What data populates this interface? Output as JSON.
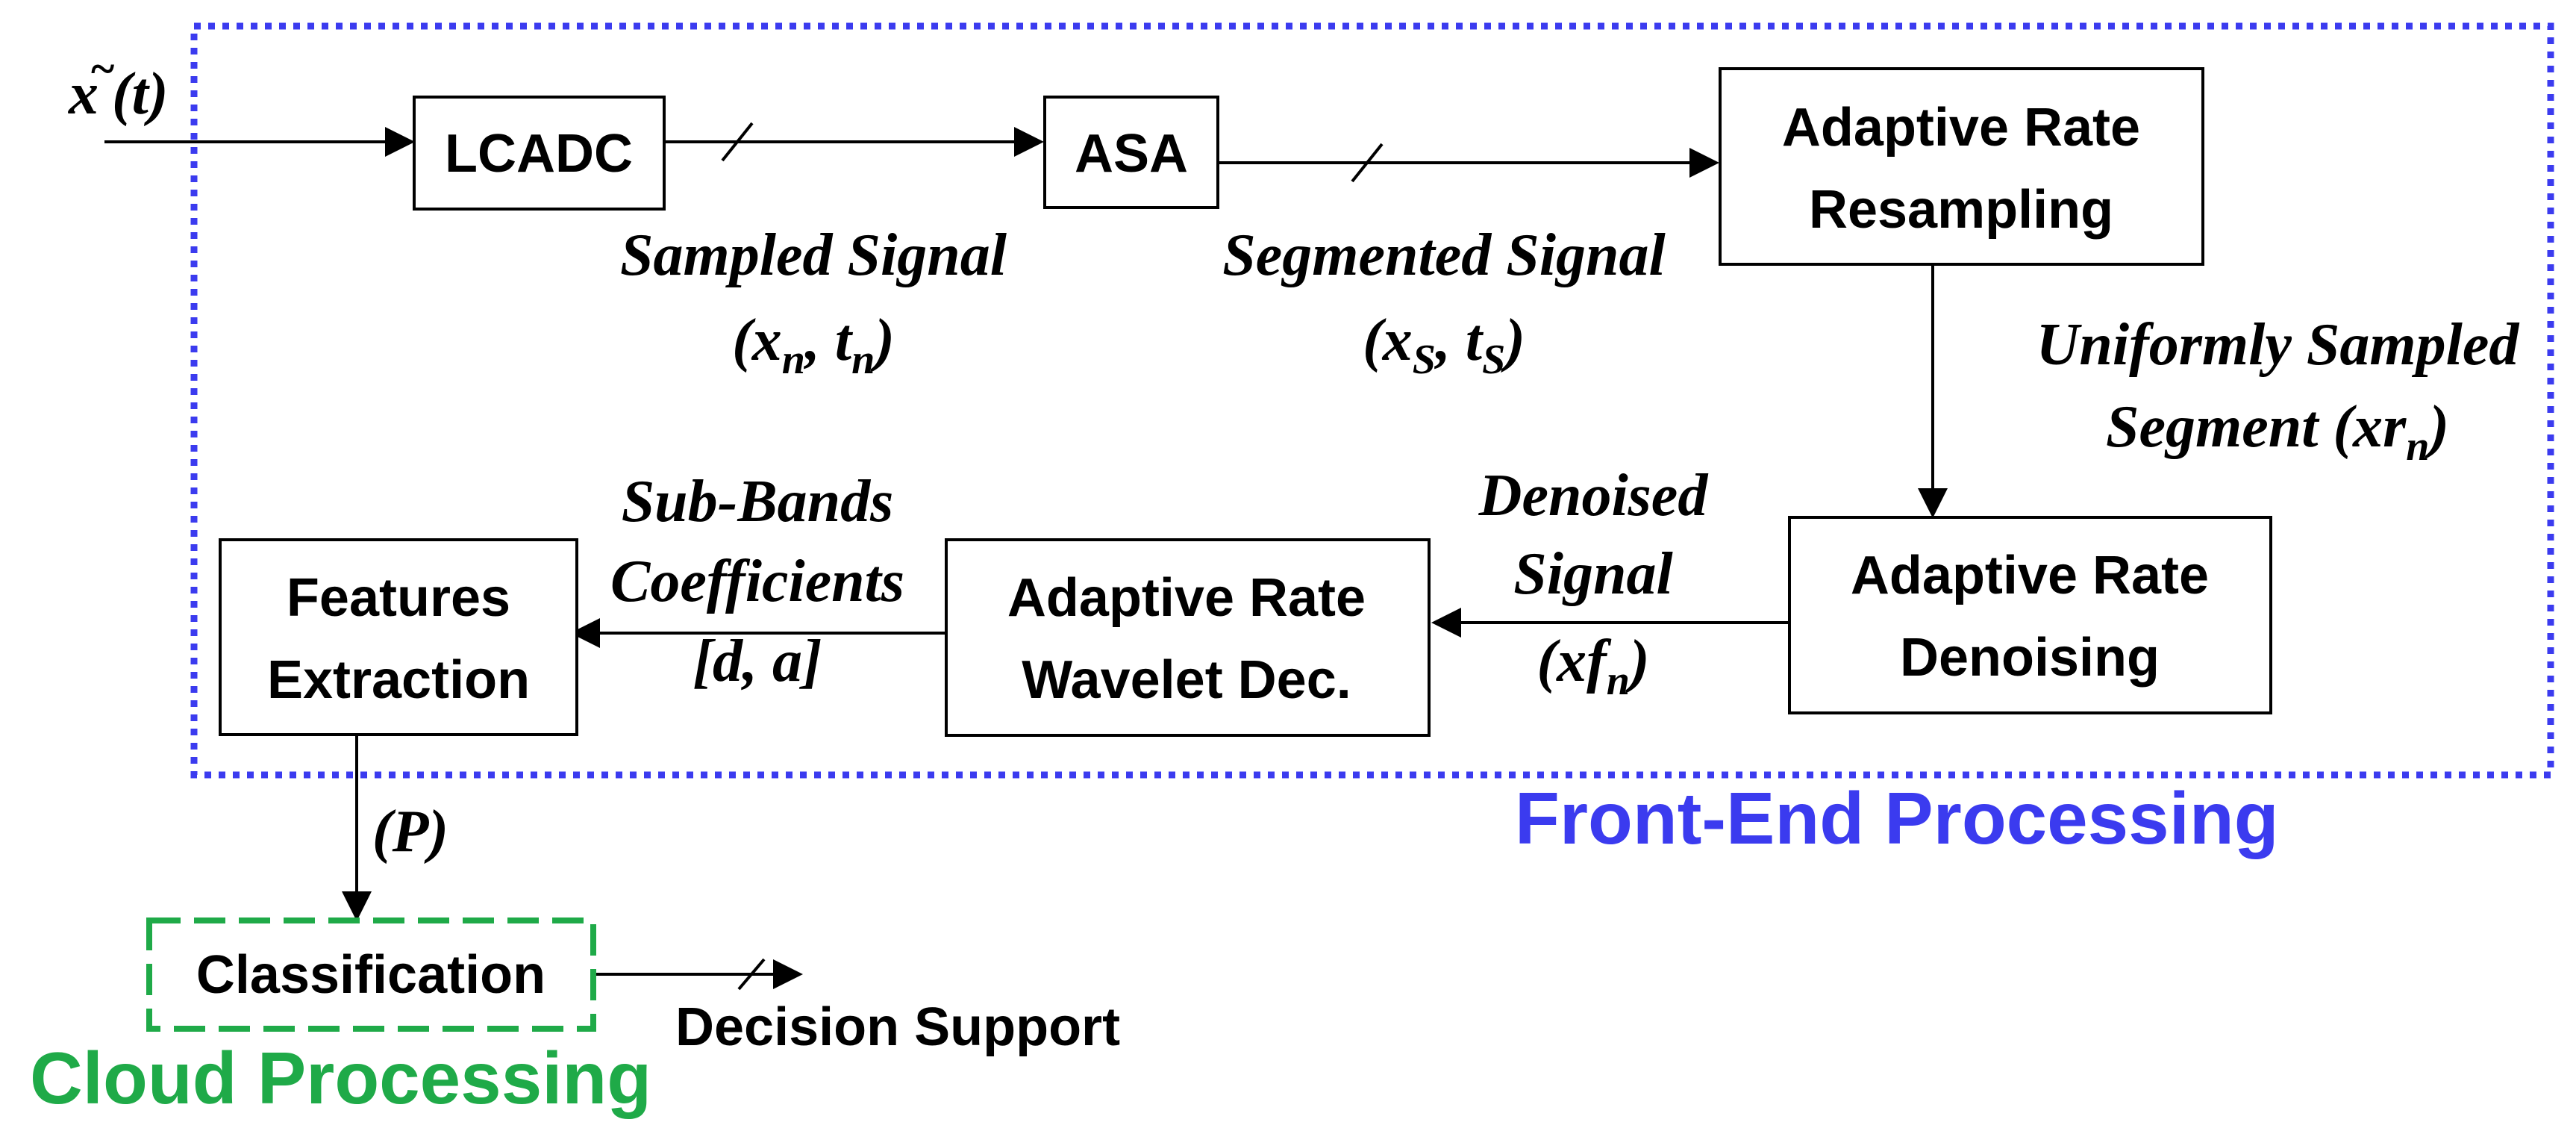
{
  "colors": {
    "front_end": "#3b3bef",
    "cloud": "#1faa48",
    "stroke": "#000000"
  },
  "regions": {
    "front_end": "Front-End Processing",
    "cloud": "Cloud Processing"
  },
  "input_signal": {
    "symbol": "x",
    "accent": "~",
    "arg": "(t)"
  },
  "blocks": {
    "lcadc": "LCADC",
    "asa": "ASA",
    "resampling": [
      "Adaptive Rate",
      "Resampling"
    ],
    "denoising": [
      "Adaptive Rate",
      "Denoising"
    ],
    "wavelet": [
      "Adaptive Rate",
      "Wavelet Dec."
    ],
    "features": [
      "Features",
      "Extraction"
    ],
    "classification": "Classification"
  },
  "signals": {
    "sampled": {
      "title": "Sampled Signal",
      "open": "(x",
      "sub1": "n",
      "mid": ", t",
      "sub2": "n",
      "close": ")"
    },
    "segmented": {
      "title": "Segmented Signal",
      "open": "(x",
      "sub1": "S",
      "mid": ", t",
      "sub2": "S",
      "close": ")"
    },
    "uniform": {
      "line1": "Uniformly Sampled",
      "line2_open": "Segment (xr",
      "sub": "n",
      "close": ")"
    },
    "denoised": {
      "line1": "Denoised",
      "line2": "Signal",
      "open": "(xf",
      "sub": "n",
      "close": ")"
    },
    "subbands": {
      "line1": "Sub-Bands",
      "line2": "Coefficients",
      "line3": "[d, a]"
    },
    "features_out": "(P)",
    "decision": "Decision Support"
  }
}
